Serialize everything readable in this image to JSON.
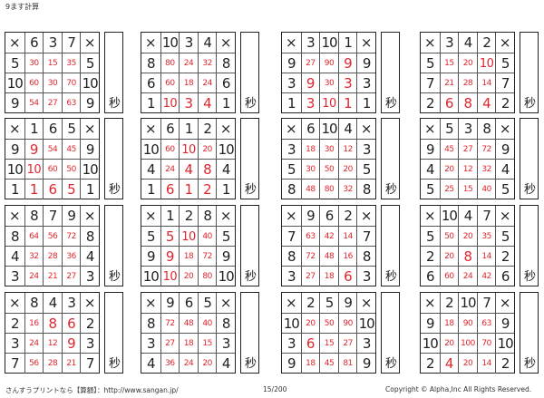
{
  "header": {
    "title": "9ます計算"
  },
  "operator": "×",
  "seconds_label": "秒",
  "footer": {
    "left": "さんすうプリントなら【算額】：http://www.sangan.jp/",
    "page": "15/200",
    "copyright": "Copyright © Alpha,Inc All Rights Reserved."
  },
  "puzzles": [
    {
      "top": [
        "6",
        "3",
        "7"
      ],
      "side": [
        "5",
        "10",
        "9"
      ],
      "answers": [
        [
          "30",
          "15",
          "35"
        ],
        [
          "60",
          "30",
          "70"
        ],
        [
          "54",
          "27",
          "63"
        ]
      ]
    },
    {
      "top": [
        "10",
        "3",
        "4"
      ],
      "side": [
        "8",
        "6",
        "1"
      ],
      "answers": [
        [
          "80",
          "24",
          "32"
        ],
        [
          "60",
          "18",
          "24"
        ],
        [
          "10",
          "3",
          "4"
        ]
      ]
    },
    {
      "top": [
        "3",
        "10",
        "1"
      ],
      "side": [
        "9",
        "3",
        "1"
      ],
      "answers": [
        [
          "27",
          "90",
          "9"
        ],
        [
          "9",
          "30",
          "3"
        ],
        [
          "3",
          "10",
          "1"
        ]
      ]
    },
    {
      "top": [
        "3",
        "4",
        "2"
      ],
      "side": [
        "5",
        "7",
        "2"
      ],
      "answers": [
        [
          "15",
          "20",
          "10"
        ],
        [
          "21",
          "28",
          "14"
        ],
        [
          "6",
          "8",
          "4"
        ]
      ]
    },
    {
      "top": [
        "1",
        "6",
        "5"
      ],
      "side": [
        "9",
        "10",
        "1"
      ],
      "answers": [
        [
          "9",
          "54",
          "45"
        ],
        [
          "10",
          "60",
          "50"
        ],
        [
          "1",
          "6",
          "5"
        ]
      ]
    },
    {
      "top": [
        "6",
        "1",
        "2"
      ],
      "side": [
        "10",
        "4",
        "1"
      ],
      "answers": [
        [
          "60",
          "10",
          "20"
        ],
        [
          "24",
          "4",
          "8"
        ],
        [
          "6",
          "1",
          "2"
        ]
      ]
    },
    {
      "top": [
        "6",
        "10",
        "4"
      ],
      "side": [
        "3",
        "5",
        "8"
      ],
      "answers": [
        [
          "18",
          "30",
          "12"
        ],
        [
          "30",
          "50",
          "20"
        ],
        [
          "48",
          "80",
          "32"
        ]
      ]
    },
    {
      "top": [
        "5",
        "3",
        "8"
      ],
      "side": [
        "9",
        "4",
        "5"
      ],
      "answers": [
        [
          "45",
          "27",
          "72"
        ],
        [
          "20",
          "12",
          "32"
        ],
        [
          "25",
          "15",
          "40"
        ]
      ]
    },
    {
      "top": [
        "8",
        "7",
        "9"
      ],
      "side": [
        "8",
        "4",
        "3"
      ],
      "answers": [
        [
          "64",
          "56",
          "72"
        ],
        [
          "32",
          "28",
          "36"
        ],
        [
          "24",
          "21",
          "27"
        ]
      ]
    },
    {
      "top": [
        "1",
        "2",
        "8"
      ],
      "side": [
        "5",
        "9",
        "10"
      ],
      "answers": [
        [
          "5",
          "10",
          "40"
        ],
        [
          "9",
          "18",
          "72"
        ],
        [
          "10",
          "20",
          "80"
        ]
      ]
    },
    {
      "top": [
        "9",
        "6",
        "2"
      ],
      "side": [
        "7",
        "8",
        "3"
      ],
      "answers": [
        [
          "63",
          "42",
          "14"
        ],
        [
          "72",
          "48",
          "16"
        ],
        [
          "27",
          "18",
          "6"
        ]
      ]
    },
    {
      "top": [
        "10",
        "4",
        "7"
      ],
      "side": [
        "5",
        "2",
        "6"
      ],
      "answers": [
        [
          "50",
          "20",
          "35"
        ],
        [
          "20",
          "8",
          "14"
        ],
        [
          "60",
          "24",
          "42"
        ]
      ]
    },
    {
      "top": [
        "8",
        "4",
        "3"
      ],
      "side": [
        "2",
        "3",
        "7"
      ],
      "answers": [
        [
          "16",
          "8",
          "6"
        ],
        [
          "24",
          "12",
          "9"
        ],
        [
          "56",
          "28",
          "21"
        ]
      ]
    },
    {
      "top": [
        "9",
        "6",
        "5"
      ],
      "side": [
        "8",
        "3",
        "4"
      ],
      "answers": [
        [
          "72",
          "48",
          "40"
        ],
        [
          "27",
          "18",
          "15"
        ],
        [
          "36",
          "24",
          "20"
        ]
      ]
    },
    {
      "top": [
        "2",
        "5",
        "9"
      ],
      "side": [
        "10",
        "3",
        "9"
      ],
      "answers": [
        [
          "20",
          "50",
          "90"
        ],
        [
          "6",
          "15",
          "27"
        ],
        [
          "18",
          "45",
          "81"
        ]
      ]
    },
    {
      "top": [
        "2",
        "10",
        "7"
      ],
      "side": [
        "9",
        "10",
        "2"
      ],
      "answers": [
        [
          "18",
          "90",
          "63"
        ],
        [
          "20",
          "100",
          "70"
        ],
        [
          "4",
          "20",
          "14"
        ]
      ]
    }
  ]
}
